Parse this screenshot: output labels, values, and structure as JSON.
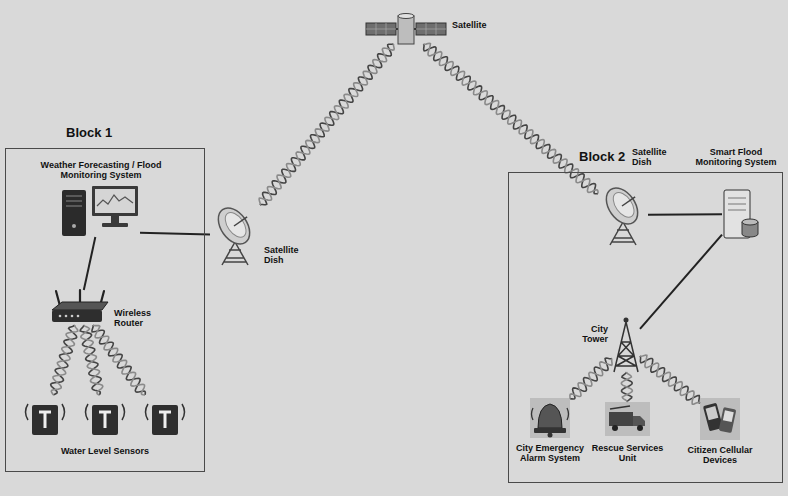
{
  "diagram": {
    "nodes": [
      {
        "text": [
          "Satellite"
        ]
      },
      {
        "text": [
          "Block 1"
        ]
      },
      {
        "text": [
          "Weather Forecasting / Flood Monitoring System"
        ],
        "in": 1
      },
      {
        "text": [
          "Wireless Router"
        ],
        "in": 1
      },
      {
        "text": [
          "Water Level Sensors"
        ],
        "in": 1
      },
      {
        "text": [
          "Satellite Dish"
        ]
      },
      {
        "text": [
          "Block 2"
        ]
      },
      {
        "text": [
          "Satellite Dish"
        ],
        "in": 6
      },
      {
        "text": [
          "Smart Flood Monitoring System"
        ],
        "in": 6
      },
      {
        "text": [
          "City Tower"
        ],
        "in": 6
      },
      {
        "text": [
          "City Emergency Alarm System"
        ],
        "in": 6
      },
      {
        "text": [
          "Rescue Services Unit"
        ],
        "in": 6
      },
      {
        "text": [
          "Citizen Cellular Devices"
        ],
        "in": 6
      }
    ],
    "edges": [
      {
        "from": 2,
        "to": 5,
        "arrow": "none"
      },
      {
        "from": 2,
        "to": 3,
        "arrow": "none"
      },
      {
        "from": 3,
        "to": 4,
        "arrow": "none"
      },
      {
        "from": 3,
        "to": 4,
        "arrow": "none"
      },
      {
        "from": 3,
        "to": 4,
        "arrow": "none"
      },
      {
        "from": 5,
        "to": 0,
        "arrow": "none"
      },
      {
        "from": 0,
        "to": 7,
        "arrow": "none"
      },
      {
        "from": 7,
        "to": 8,
        "arrow": "none"
      },
      {
        "from": 8,
        "to": 9,
        "arrow": "none"
      },
      {
        "from": 9,
        "to": 10,
        "arrow": "none"
      },
      {
        "from": 9,
        "to": 11,
        "arrow": "none"
      },
      {
        "from": 9,
        "to": 12,
        "arrow": "none"
      }
    ]
  }
}
